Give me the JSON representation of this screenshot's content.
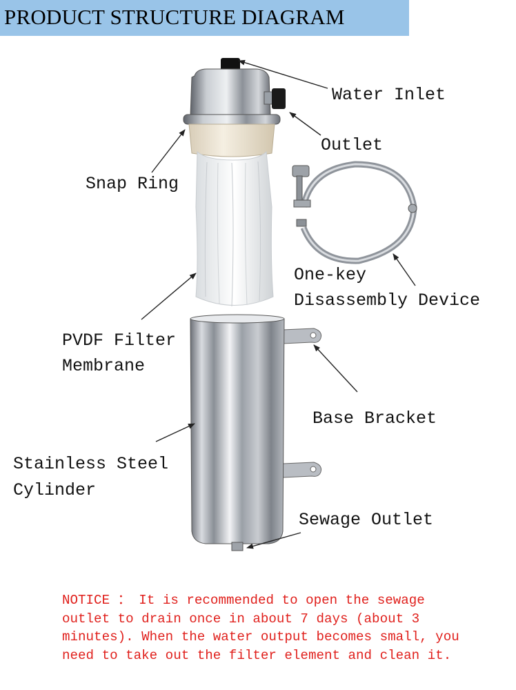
{
  "header": {
    "title": "PRODUCT STRUCTURE DIAGRAM"
  },
  "labels": {
    "water_inlet": "Water Inlet",
    "outlet": "Outlet",
    "snap_ring": "Snap Ring",
    "one_key_line1": "One-key",
    "one_key_line2": "Disassembly Device",
    "pvdf_line1": "PVDF Filter",
    "pvdf_line2": "Membrane",
    "base_bracket": "Base Bracket",
    "steel_line1": "Stainless Steel",
    "steel_line2": "Cylinder",
    "sewage_outlet": "Sewage Outlet"
  },
  "notice": "NOTICE ： It is recommended to open the sewage outlet to drain once in about 7 days (about 3 minutes). When the water output becomes small, you need to take out the filter element and clean it.",
  "colors": {
    "header_bg": "#99c4e8",
    "notice_text": "#e0201c",
    "steel": "#b8bcc2"
  }
}
